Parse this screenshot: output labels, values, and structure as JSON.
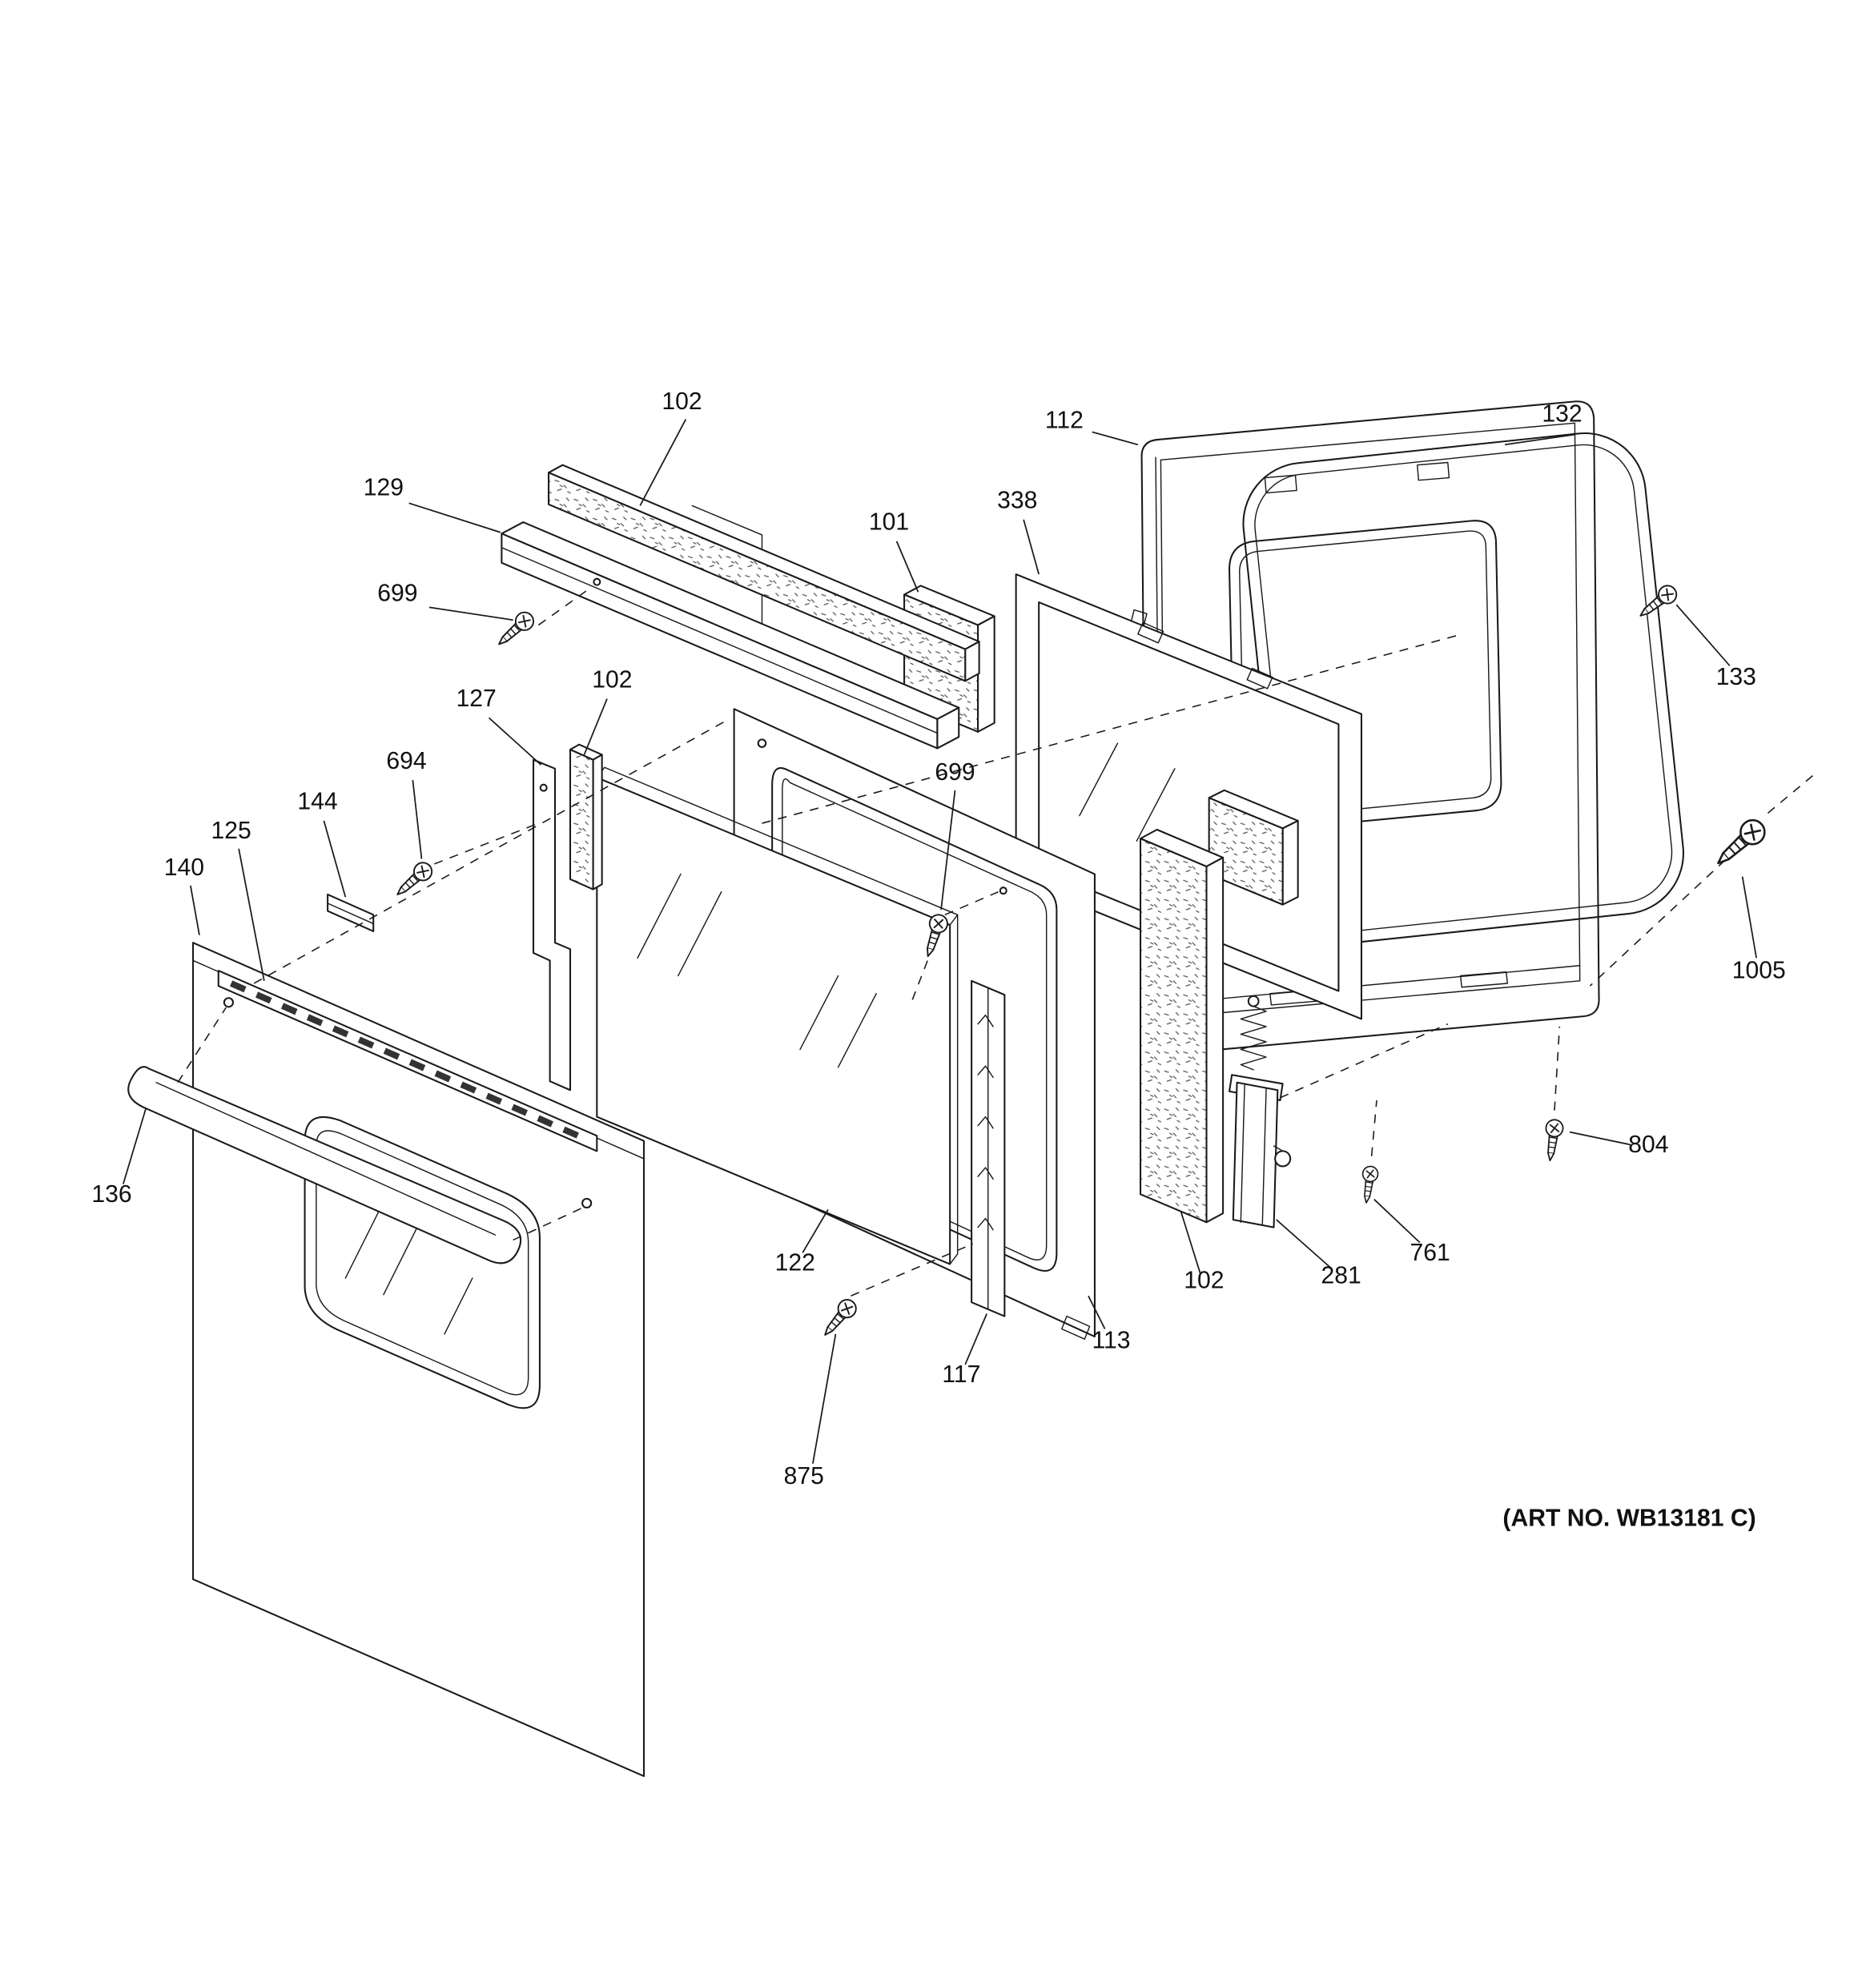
{
  "diagram": {
    "labels": [
      "102",
      "129",
      "699",
      "127",
      "102",
      "694",
      "144",
      "125",
      "140",
      "136",
      "101",
      "338",
      "112",
      "132",
      "133",
      "699",
      "1005",
      "804",
      "761",
      "281",
      "102",
      "113",
      "117",
      "875",
      "122"
    ],
    "art_no": "(ART NO. WB13181 C)",
    "colors": {
      "line": "#1a1a1a",
      "background": "#ffffff"
    }
  }
}
